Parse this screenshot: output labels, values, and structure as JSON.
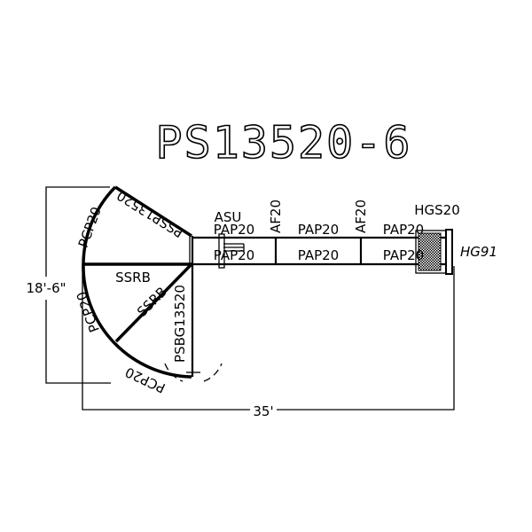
{
  "title": "PS13520-6",
  "labels": {
    "pssp": "PSSP13520",
    "pcp_top": "PCP20",
    "pcp_left": "PCP20",
    "pcp_bottom": "PCP20",
    "ssrb_horizontal": "SSRB",
    "ssrb_diagonal": "SSRB",
    "psbg": "PSBG13520",
    "asu": "ASU",
    "pap_top_1": "PAP20",
    "pap_top_2": "PAP20",
    "pap_top_3": "PAP20",
    "pap_mid_1": "PAP20",
    "pap_mid_2": "PAP20",
    "pap_mid_3": "PAP20",
    "af_1": "AF20",
    "af_2": "AF20",
    "hgs": "HGS20",
    "hg": "HG91"
  },
  "dimensions": {
    "height": "18'-6\"",
    "width": "35'"
  }
}
